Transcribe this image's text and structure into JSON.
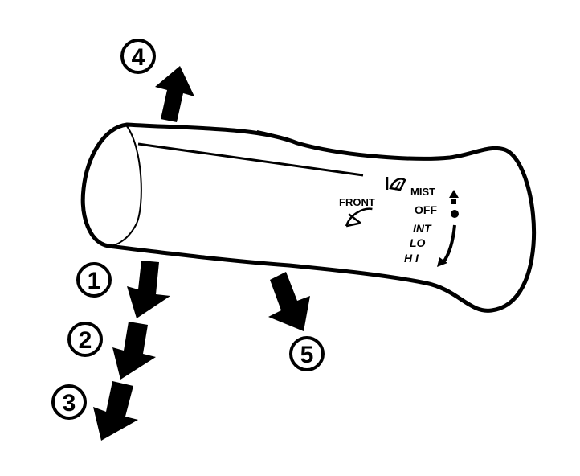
{
  "labels": {
    "front": "FRONT",
    "mist": "MIST",
    "off": "OFF",
    "int": "INT",
    "lo": "LO",
    "hi": "H I"
  },
  "callouts": {
    "c1": "1",
    "c2": "2",
    "c3": "3",
    "c4": "4",
    "c5": "5"
  },
  "icons": {
    "front_wiper": "windshield-wiper-icon",
    "mist_washer": "washer-spray-icon"
  },
  "colors": {
    "ink": "#000000",
    "paper": "#ffffff"
  }
}
